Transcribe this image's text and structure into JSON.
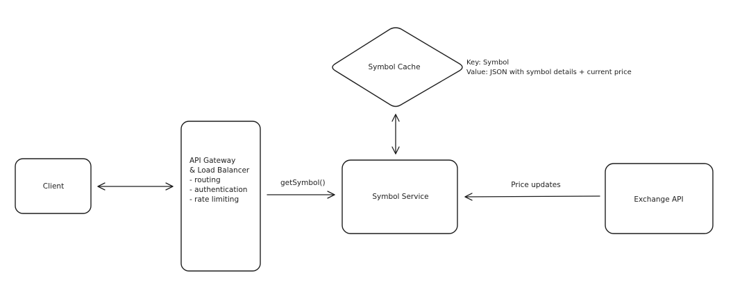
{
  "nodes": {
    "client": {
      "label": "Client"
    },
    "gateway": {
      "title_line1": "API Gateway",
      "title_line2": "& Load Balancer",
      "features": [
        "- routing",
        "- authentication",
        "- rate limiting"
      ]
    },
    "symbol_service": {
      "label": "Symbol Service"
    },
    "symbol_cache": {
      "label": "Symbol Cache"
    },
    "exchange_api": {
      "label": "Exchange API"
    }
  },
  "cache_note": {
    "key_line": "Key: Symbol",
    "value_line": "Value: JSON with symbol details + current price"
  },
  "edges": {
    "gateway_to_service": {
      "label": "getSymbol()"
    },
    "exchange_to_service": {
      "label": "Price updates"
    }
  },
  "colors": {
    "stroke": "#1e1e1e",
    "background": "#ffffff"
  }
}
